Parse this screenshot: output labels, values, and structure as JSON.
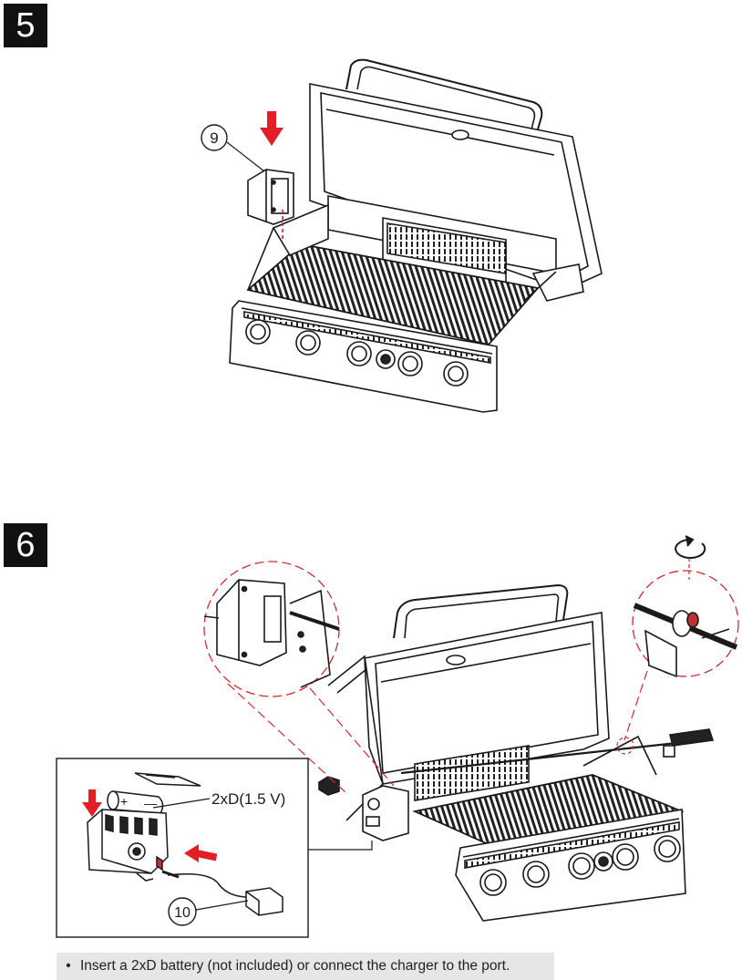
{
  "steps": [
    {
      "number": "5",
      "callouts": [
        {
          "id": "9"
        }
      ]
    },
    {
      "number": "6",
      "callouts": [
        {
          "id": "10"
        },
        {
          "label": "2xD(1.5 V)"
        }
      ]
    }
  ],
  "icons": {
    "down_arrow": "red-down-arrow-icon",
    "left_arrow": "red-left-arrow-icon",
    "rotate": "rotate-icon"
  },
  "colors": {
    "accent": "#e21f26",
    "line": "#1a1a1a",
    "note_bg": "#e6e6e6"
  },
  "note": {
    "bullet": "•",
    "text": "Insert a 2xD battery (not included) or connect the charger to the port."
  }
}
